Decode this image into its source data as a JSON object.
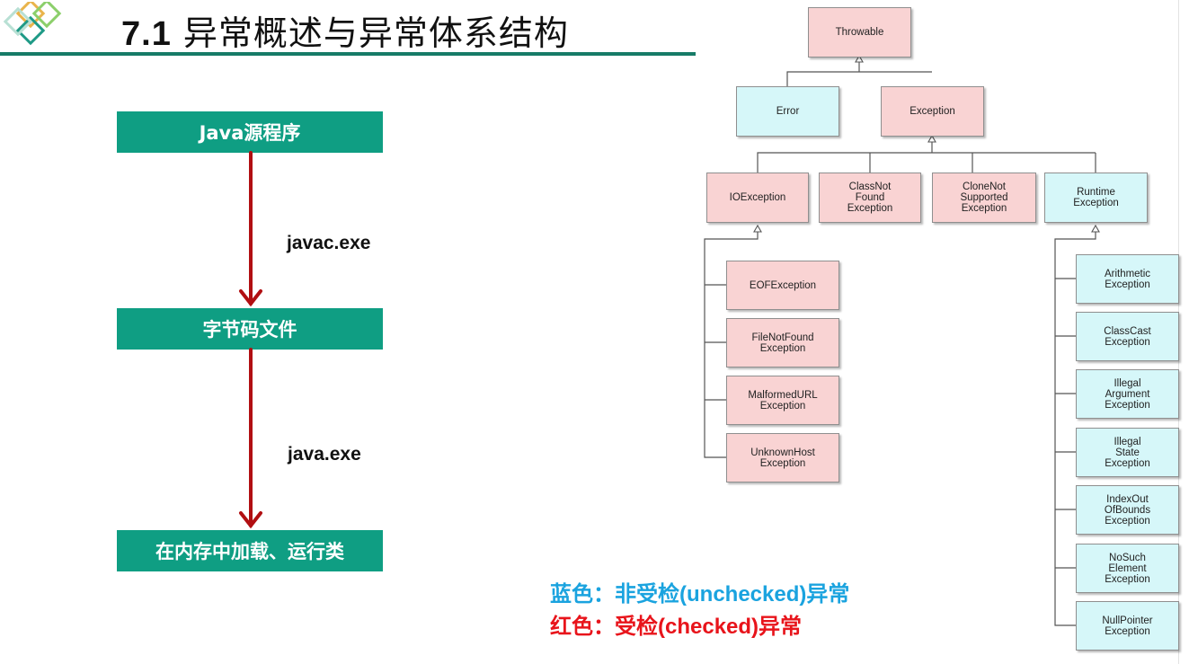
{
  "slide": {
    "title_num": "7.1",
    "title_text": "异常概述与异常体系结构"
  },
  "flow": {
    "step1": "Java源程序",
    "edge1": "javac.exe",
    "step2": "字节码文件",
    "edge2": "java.exe",
    "step3": "在内存中加载、运行类"
  },
  "hierarchy": {
    "throwable": "Throwable",
    "error": "Error",
    "exception": "Exception",
    "io_exception": "IOException",
    "class_not_found": "ClassNot\nFound\nException",
    "clone_not_supported": "CloneNot\nSupported\nException",
    "runtime_exception": "Runtime\nException",
    "io_children": [
      "EOFException",
      "FileNotFound\nException",
      "MalformedURL\nException",
      "UnknownHost\nException"
    ],
    "runtime_children": [
      "Arithmetic\nException",
      "ClassCast\nException",
      "Illegal\nArgument\nException",
      "Illegal\nState\nException",
      "IndexOut\nOfBounds\nException",
      "NoSuch\nElement\nException",
      "NullPointer\nException"
    ]
  },
  "legend": {
    "blue_label": "蓝色：",
    "blue_text_a": "非受检",
    "blue_text_b": "(unchecked)",
    "blue_text_c": "异常",
    "red_label": "红色：",
    "red_text_a": "受检",
    "red_text_b": "(checked)",
    "red_text_c": "异常"
  },
  "colors": {
    "accent_green": "#0f9e83",
    "arrow_red": "#b10f12",
    "checked_fill": "#f9d3d3",
    "unchecked_fill": "#d6f7f9",
    "legend_blue": "#1aa3df",
    "legend_red": "#e8141b"
  },
  "icons": [
    "diamond-logo-icon"
  ]
}
